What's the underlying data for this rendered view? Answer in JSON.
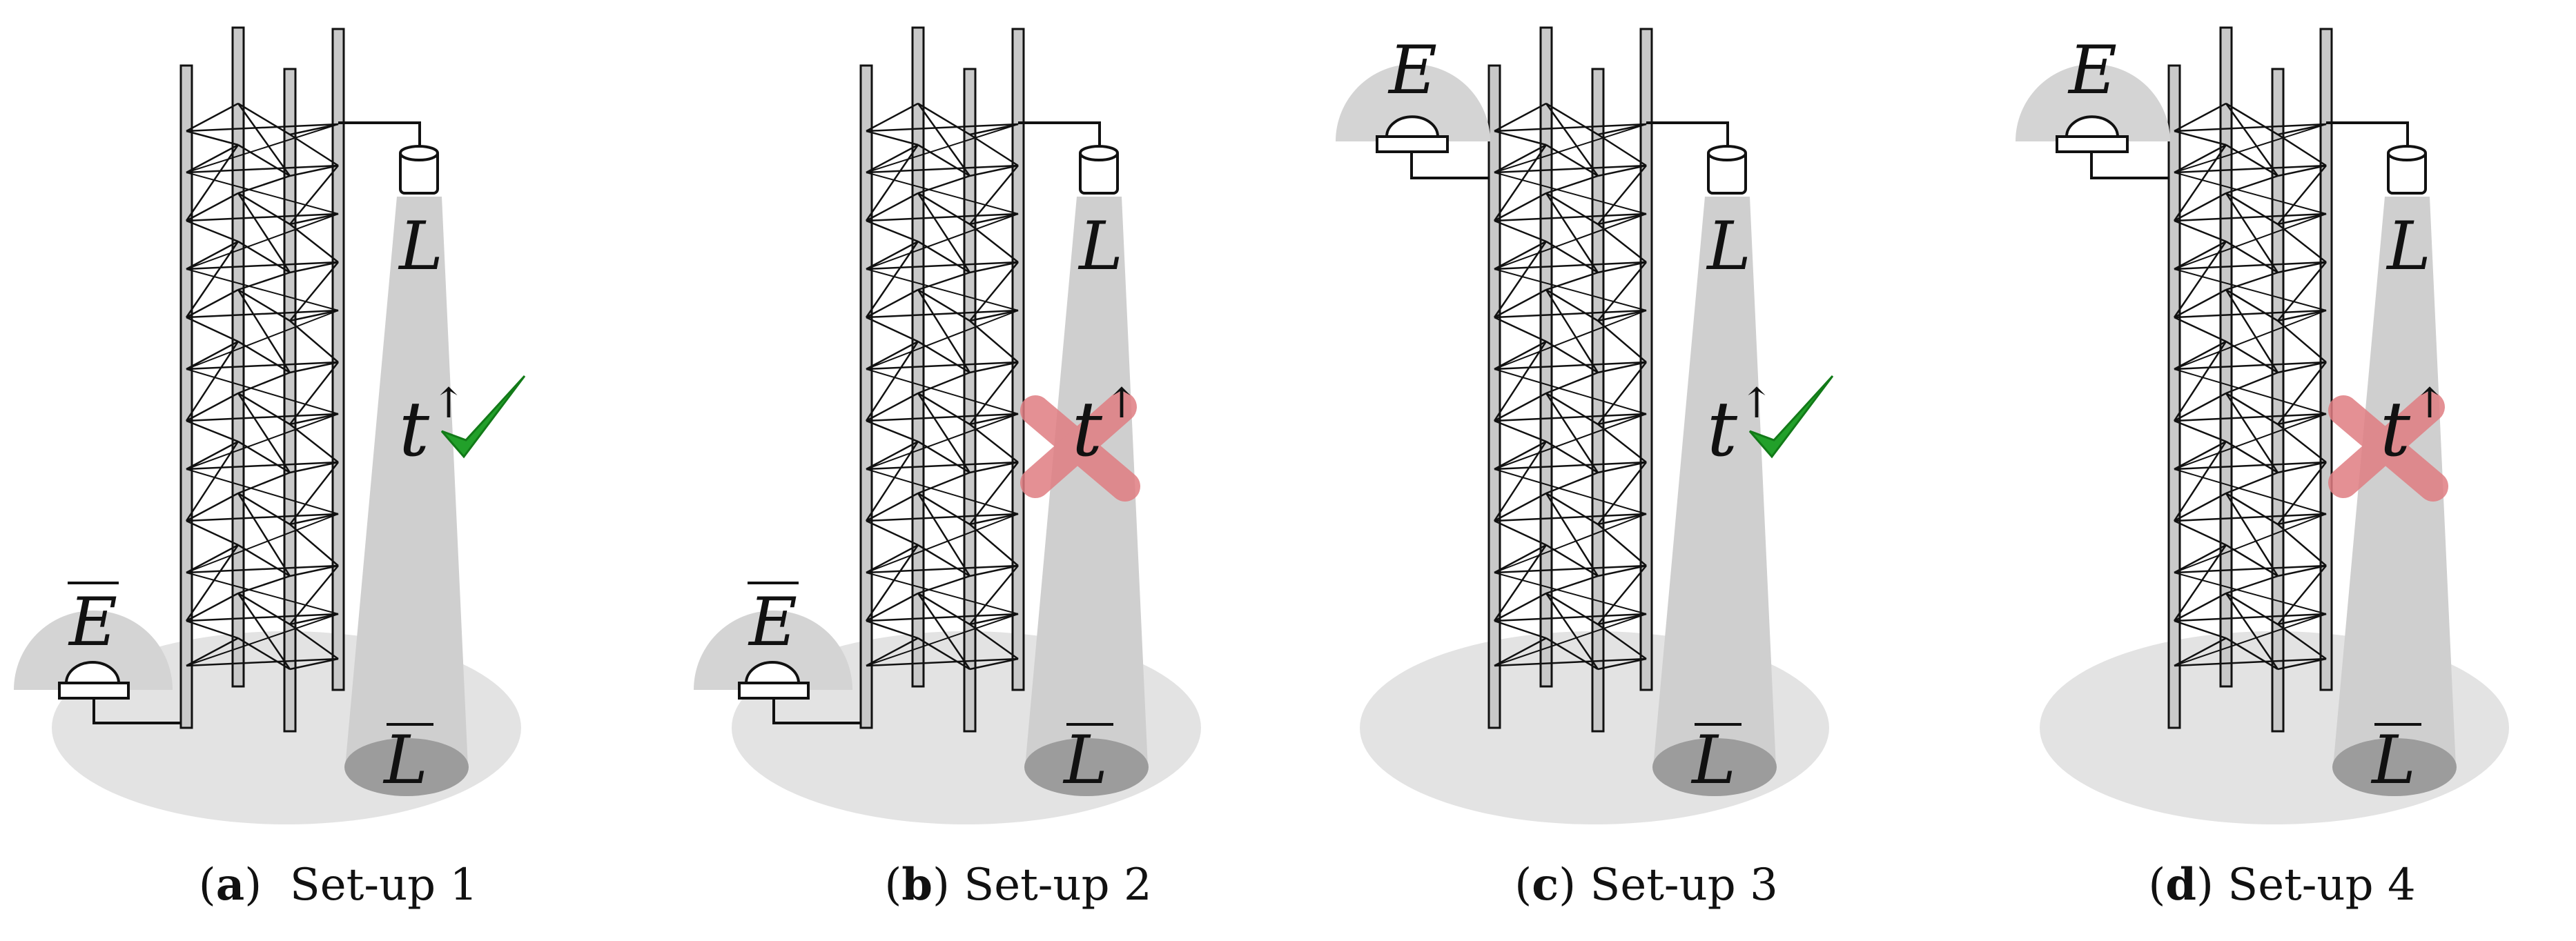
{
  "figure": {
    "panels": [
      {
        "id": "a",
        "caption_open": "(",
        "caption_letter": "a",
        "caption_close": ")",
        "caption_text": "Set-up 1",
        "sensor_label": "E",
        "sensor_bar": true,
        "sensor_position": "bottom-left",
        "light_label": "L",
        "ground_label": "L",
        "time_symbol": "t",
        "time_arrow": "↑",
        "outcome": "check"
      },
      {
        "id": "b",
        "caption_open": "(",
        "caption_letter": "b",
        "caption_close": ")",
        "caption_text": "Set-up 2",
        "sensor_label": "E",
        "sensor_bar": true,
        "sensor_position": "bottom-left",
        "light_label": "L",
        "ground_label": "L",
        "time_symbol": "t",
        "time_arrow": "↑",
        "outcome": "cross"
      },
      {
        "id": "c",
        "caption_open": "(",
        "caption_letter": "c",
        "caption_close": ")",
        "caption_text": "Set-up 3",
        "sensor_label": "E",
        "sensor_bar": false,
        "sensor_position": "top-left",
        "light_label": "L",
        "ground_label": "L",
        "time_symbol": "t",
        "time_arrow": "↑",
        "outcome": "check"
      },
      {
        "id": "d",
        "caption_open": "(",
        "caption_letter": "d",
        "caption_close": ")",
        "caption_text": "Set-up 4",
        "sensor_label": "E",
        "sensor_bar": false,
        "sensor_position": "top-left",
        "light_label": "L",
        "ground_label": "L",
        "time_symbol": "t",
        "time_arrow": "↑",
        "outcome": "cross"
      }
    ],
    "colors": {
      "ground": "#e3e3e3",
      "beam": "#cfcfcf",
      "beam_spot": "#9c9c9c",
      "sensor_dome": "#d4d4d4",
      "mast": "#c9c9c9",
      "line": "#111111",
      "check": "#22a02a",
      "cross": "#e07d82"
    },
    "icons": [
      "check-icon",
      "cross-icon",
      "sensor-icon",
      "lamp-icon"
    ]
  }
}
